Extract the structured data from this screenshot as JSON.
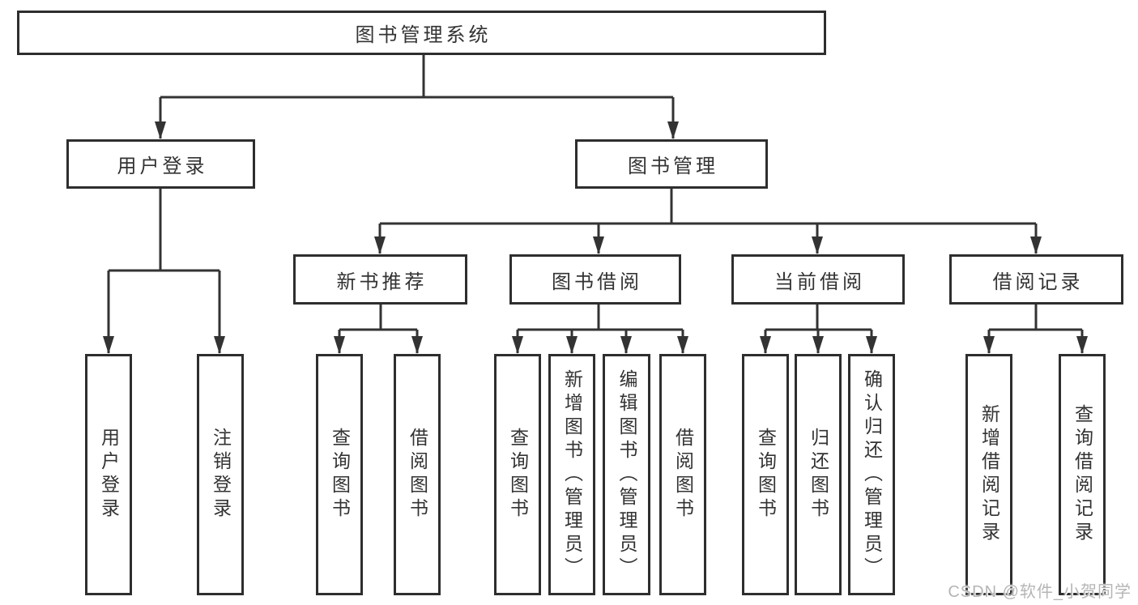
{
  "tree": {
    "root": "图书管理系统",
    "branches": [
      {
        "label": "用户登录",
        "children": [
          "用户登录",
          "注销登录"
        ]
      },
      {
        "label": "图书管理",
        "sections": [
          {
            "label": "新书推荐",
            "children": [
              "查询图书",
              "借阅图书"
            ]
          },
          {
            "label": "图书借阅",
            "children": [
              "查询图书",
              "新增图书（管理员）",
              "编辑图书（管理员）",
              "借阅图书"
            ]
          },
          {
            "label": "当前借阅",
            "children": [
              "查询图书",
              "归还图书",
              "确认归还（管理员）"
            ]
          },
          {
            "label": "借阅记录",
            "children": [
              "新增借阅记录",
              "查询借阅记录"
            ]
          }
        ]
      }
    ]
  },
  "watermark": "CSDN @软件_小贺同学",
  "colors": {
    "line": "#333333",
    "box_border": "#2e2e2e",
    "text": "#333333",
    "background": "#ffffff",
    "watermark": "#b5b5b5"
  }
}
